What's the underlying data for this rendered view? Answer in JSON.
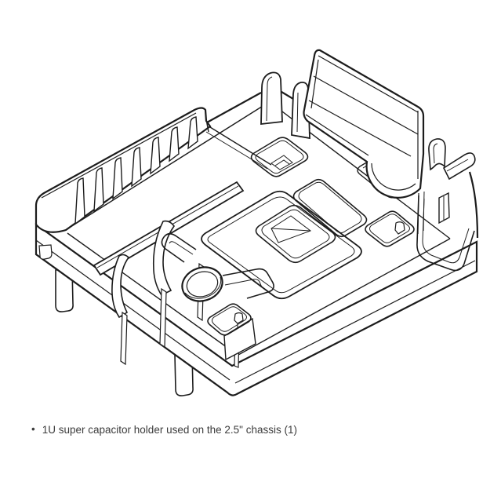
{
  "page": {
    "background": "#ffffff"
  },
  "figure": {
    "name": "1U super capacitor holder isometric line drawing",
    "type": "technical-line-drawing",
    "stroke_color": "#1c1c1c",
    "fill_color": "#ffffff"
  },
  "caption": {
    "bullet": "•",
    "text": "1U super capacitor holder used on the 2.5\" chassis (1)",
    "color": "#3b3b3b"
  }
}
